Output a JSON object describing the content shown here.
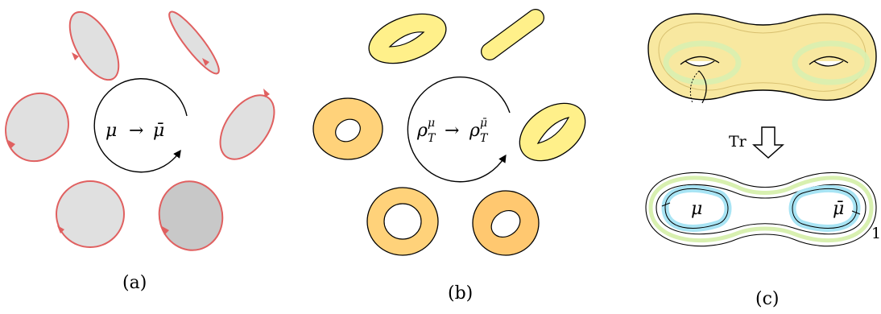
{
  "panels": {
    "a": {
      "caption": "(a)",
      "label_mu": "μ",
      "label_arrow": "→",
      "label_mubar": "μ̄"
    },
    "b": {
      "caption": "(b)",
      "label_rho1": "ρ",
      "label_rho1_sup": "μ",
      "label_rho1_sub": "T",
      "label_arrow": "→",
      "label_rho2": "ρ",
      "label_rho2_sup": "μ̄",
      "label_rho2_sub": "T"
    },
    "c": {
      "caption": "(c)",
      "arrow_label": "Tr",
      "label_mu": "μ",
      "label_mubar": "μ̄",
      "label_one": "1"
    }
  },
  "colors": {
    "ellipse_fill": "#e0e0e0",
    "ellipse_fill_dark": "#c8c8c8",
    "ellipse_stroke": "#e06060",
    "torus_yellow": "#fff08a",
    "torus_orange": "#ffd27a",
    "torus_dark_orange": "#ffc870",
    "surface_fill": "#f8e8a0",
    "green_band": "#d8f0b0",
    "blue_band": "#a8e4f4"
  }
}
